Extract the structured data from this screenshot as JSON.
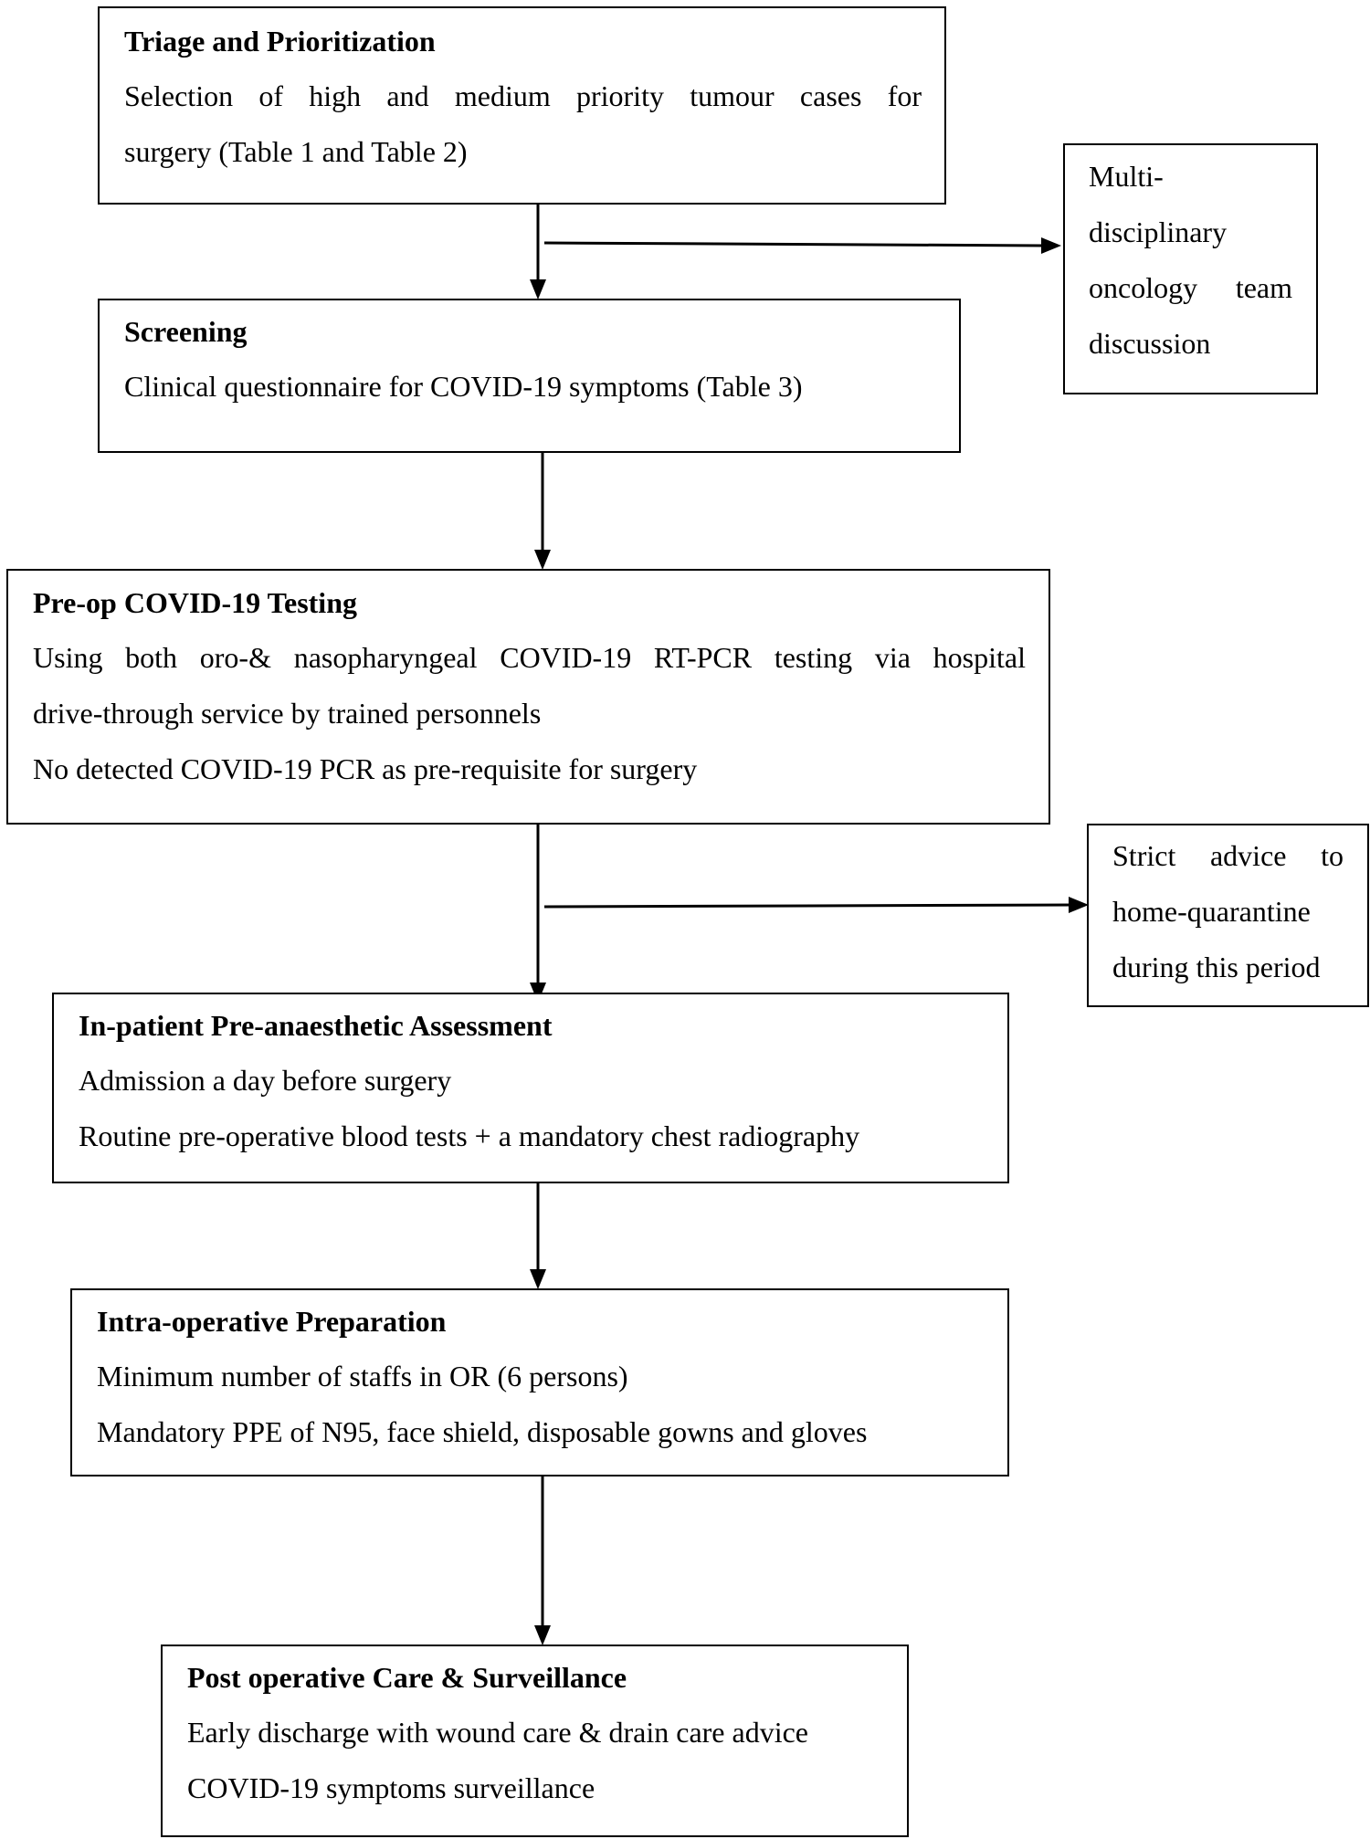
{
  "boxes": {
    "triage": {
      "title": "Triage and Prioritization",
      "lines": [
        "Selection of high and medium priority tumour cases for",
        "surgery (Table 1 and Table 2)"
      ]
    },
    "screening": {
      "title": "Screening",
      "lines": [
        "Clinical questionnaire for COVID-19 symptoms (Table 3)"
      ]
    },
    "preop_testing": {
      "title": "Pre-op COVID-19 Testing",
      "lines": [
        "Using both oro-& nasopharyngeal COVID-19 RT-PCR testing via hospital",
        "drive-through service by trained personnels",
        "No detected COVID-19 PCR as pre-requisite for surgery"
      ]
    },
    "inpatient": {
      "title": "In-patient Pre-anaesthetic Assessment",
      "lines": [
        "Admission a day before surgery",
        "Routine pre-operative blood tests + a mandatory chest radiography"
      ]
    },
    "intraop": {
      "title": "Intra-operative Preparation",
      "lines": [
        "Minimum number of staffs in OR (6 persons)",
        "Mandatory PPE of N95, face shield, disposable gowns and gloves"
      ]
    },
    "postop": {
      "title": "Post operative Care & Surveillance",
      "lines": [
        "Early discharge with wound care & drain care advice",
        "COVID-19 symptoms surveillance"
      ]
    }
  },
  "side_boxes": {
    "mdt": {
      "lines": [
        "Multi-",
        "disciplinary",
        "oncology team",
        "discussion"
      ]
    },
    "quarantine": {
      "lines": [
        "Strict advice to",
        "home-quarantine",
        "during this period"
      ]
    }
  }
}
